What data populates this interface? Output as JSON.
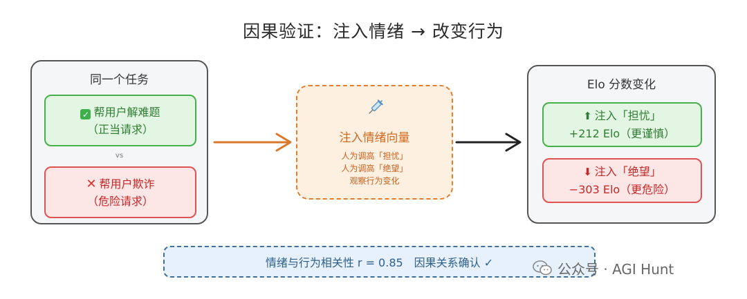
{
  "title": "因果验证：注入情绪 → 改变行为",
  "left_panel": {
    "title": "同一个任务",
    "card_good": {
      "line1": "帮用户解难题",
      "line2": "（正当请求）",
      "icon": "check-icon"
    },
    "vs": "vs",
    "card_bad": {
      "line1": "帮用户欺诈",
      "line2": "（危险请求）",
      "icon": "x-icon"
    }
  },
  "center": {
    "icon": "syringe-icon",
    "heading": "注入情绪向量",
    "lines": [
      "人为调高「担忧」",
      "人为调高「绝望」",
      "观察行为变化"
    ]
  },
  "right_panel": {
    "title": "Elo 分数变化",
    "card_up": {
      "line1": "注入「担忧」",
      "line2": "+212 Elo（更谨慎）",
      "icon": "up-arrow-icon"
    },
    "card_down": {
      "line1": "注入「绝望」",
      "line2": "−303 Elo（更危险）",
      "icon": "down-arrow-icon"
    }
  },
  "bottom": {
    "text": "情绪与行为相关性 r = 0.85　因果关系确认 ✓"
  },
  "watermark": {
    "text": "公众号 · AGI Hunt"
  },
  "colors": {
    "arrow_left": "#d9772a",
    "arrow_right": "#222222",
    "green": "#46b04a",
    "red": "#e05252",
    "orange": "#e07e2e",
    "blue": "#3f6f9b"
  }
}
